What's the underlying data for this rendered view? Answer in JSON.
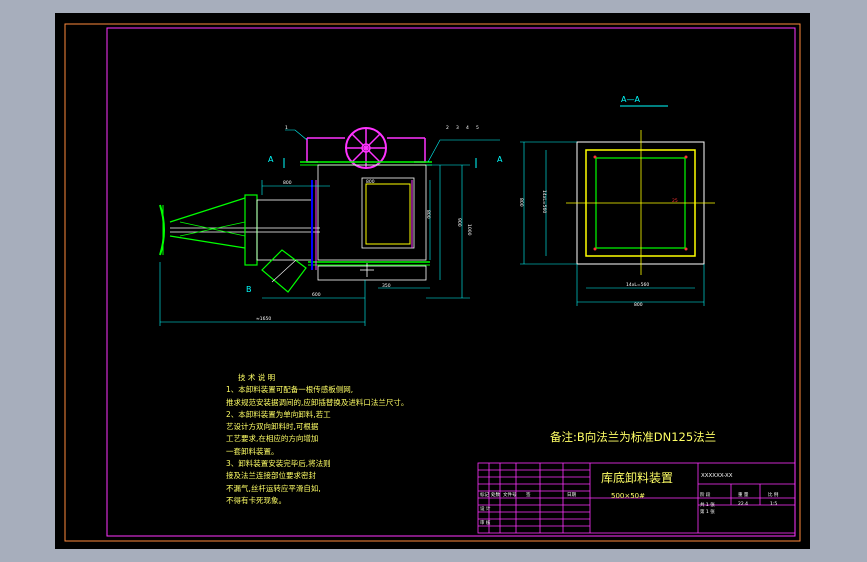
{
  "drawing": {
    "section_title": "A—A",
    "section_marks": {
      "left": "A",
      "right": "A",
      "b": "B"
    },
    "dimensions": {
      "top_width": "800",
      "width_600": "600",
      "height_800": "800",
      "height_900": "900",
      "width_350": "350",
      "length": "≈1650",
      "height_1000": "1000",
      "small": "800",
      "sq_side_v": "800",
      "sq_inner_v": "14xL=560",
      "sq_inner_h": "14xL=560",
      "sq_outer_h": "800",
      "center_mark": "25",
      "leader_1": "1",
      "leader_2": "2",
      "leader_3": "3",
      "leader_4": "4",
      "leader_5": "5"
    }
  },
  "notes": {
    "heading": "技 术 说 明",
    "lines": [
      "1、本卸料装置可配备一根传感板侧网,",
      "   推求规范安装据调间的,应卸插替换及进料口法兰尺寸。",
      "2、本卸料装置为单向卸料,若工",
      "艺设计方双向卸料时,可根据",
      "工艺要求,在相应的方向增加",
      "一套卸料装置。",
      "3、卸料装置安装完毕后,将法则",
      "接及法兰连接部位要求密封",
      "不漏气,丝杆运转应平滑自如,",
      "不得有卡死现象。"
    ]
  },
  "remark": "备注:B向法兰为标准DN125法兰",
  "title_block": {
    "title": "库底卸料装置",
    "spec": "500×50#",
    "code": "XXXXXX-XX",
    "row_labels": [
      "标记",
      "处数",
      "文件号",
      "签",
      "日期"
    ],
    "design_label": "设 计",
    "review_label": "审 核",
    "count_label": "重 量",
    "scale_label": "比 例",
    "sheet_label": "共 1 张",
    "sheet_of": "第 1 张",
    "weight_val": "22.4",
    "scale_val": "1:5",
    "stage_label": "阶 段"
  }
}
